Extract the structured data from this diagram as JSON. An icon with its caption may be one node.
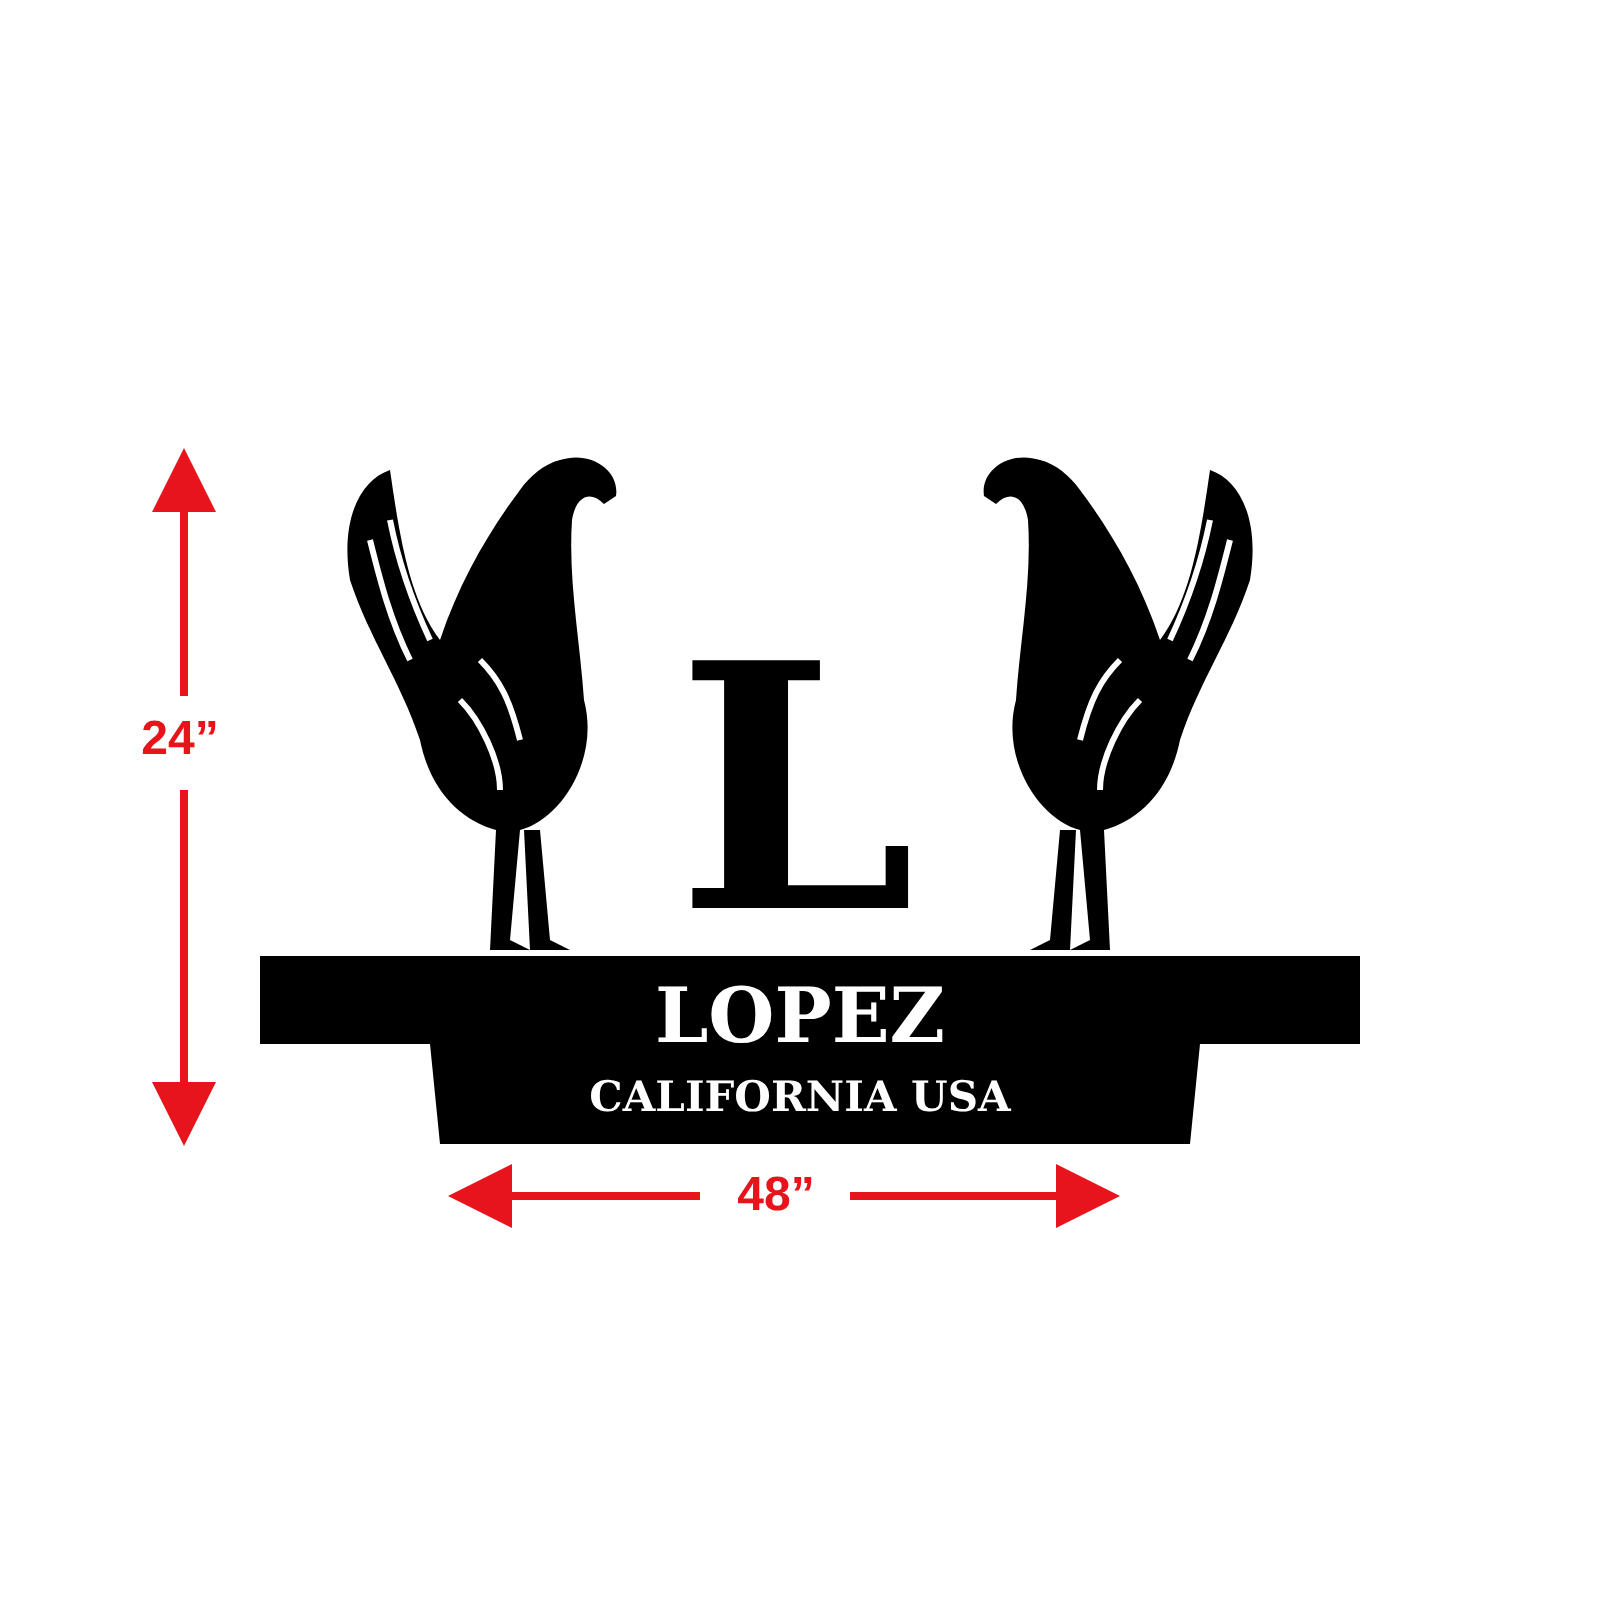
{
  "diagram": {
    "labels": [
      "L",
      "LOPEZ",
      "CALIFORNIA USA",
      "24”",
      "48”"
    ]
  }
}
